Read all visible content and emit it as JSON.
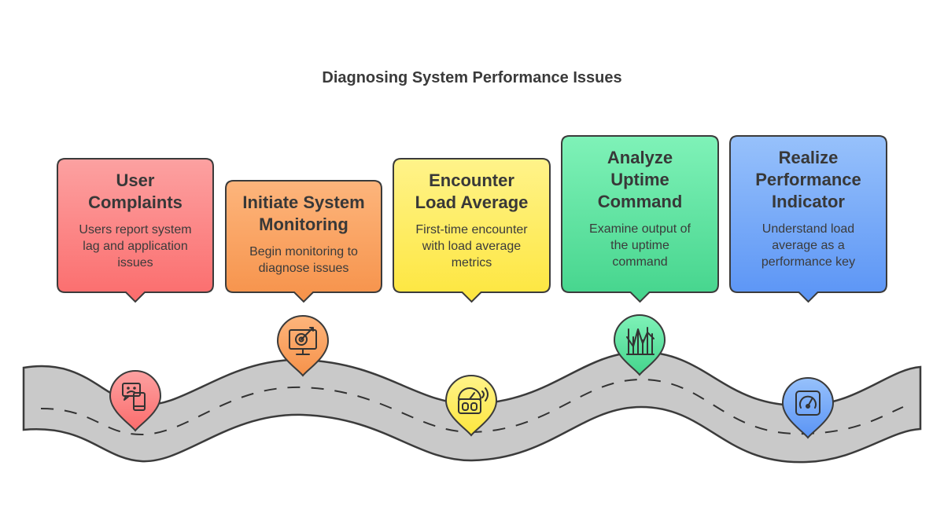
{
  "title": "Diagnosing System Performance Issues",
  "steps": [
    {
      "title_lines": [
        "User",
        "Complaints"
      ],
      "desc_lines": [
        "Users report system",
        "lag and application",
        "issues"
      ],
      "icon": "complaint-phone-icon",
      "color_top": "#fca1a1",
      "color_bottom": "#fb6c6c"
    },
    {
      "title_lines": [
        "Initiate System",
        "Monitoring"
      ],
      "desc_lines": [
        "Begin monitoring to",
        "diagnose issues"
      ],
      "icon": "monitor-target-icon",
      "color_top": "#fdb57c",
      "color_bottom": "#f6924a"
    },
    {
      "title_lines": [
        "Encounter",
        "Load Average"
      ],
      "desc_lines": [
        "First-time encounter",
        "with load average",
        "metrics"
      ],
      "icon": "gauge-signal-icon",
      "color_top": "#fff38a",
      "color_bottom": "#fde63e"
    },
    {
      "title_lines": [
        "Analyze",
        "Uptime",
        "Command"
      ],
      "desc_lines": [
        "Examine output of",
        "the uptime",
        "command"
      ],
      "icon": "chart-bars-icon",
      "color_top": "#7ff2b8",
      "color_bottom": "#44d48c"
    },
    {
      "title_lines": [
        "Realize",
        "Performance",
        "Indicator"
      ],
      "desc_lines": [
        "Understand load",
        "average as a",
        "performance key"
      ],
      "icon": "speedometer-icon",
      "color_top": "#97c1fb",
      "color_bottom": "#5a94f5"
    }
  ]
}
